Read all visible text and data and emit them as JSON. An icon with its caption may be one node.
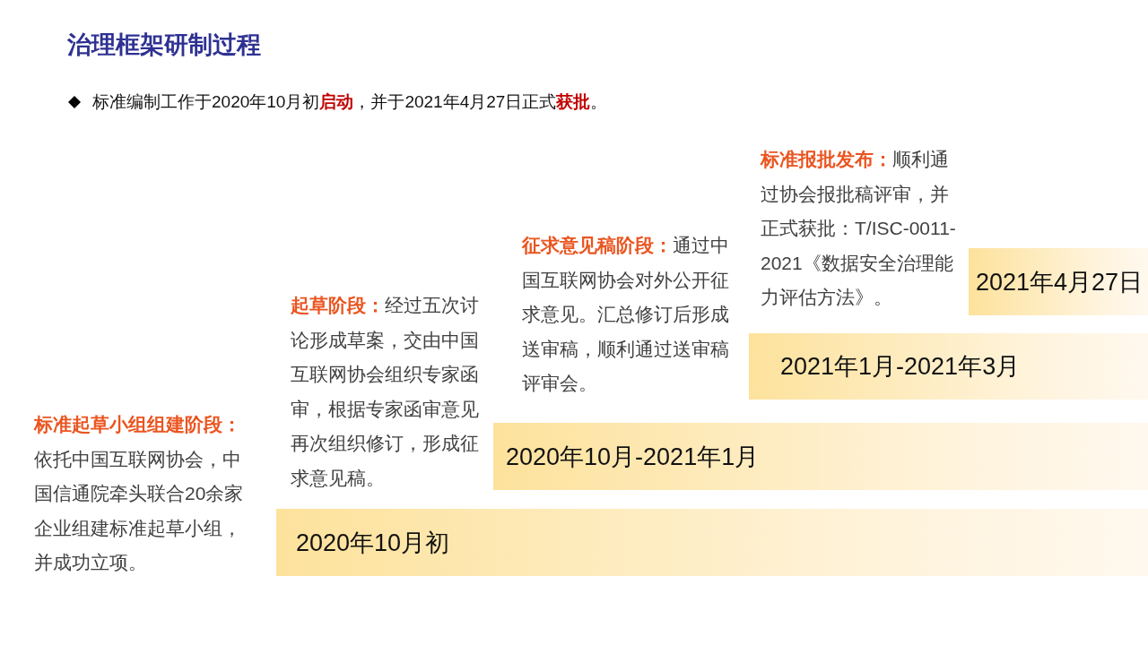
{
  "diagram": {
    "title": "治理框架研制过程",
    "nodes": [
      {
        "text": [
          "2020年10月初"
        ],
        "beside": [
          "**标准起草小组组建阶段：**依托中国互联网协会，中国信通院牵头联合20余家企业组建标准起草小组，并成功立项。"
        ]
      },
      {
        "text": [
          "2020年10月-2021年1月"
        ],
        "beside": [
          "**起草阶段：**经过五次讨论形成草案，交由中国互联网协会组织专家函审，根据专家函审意见再次组织修订，形成征求意见稿。"
        ]
      },
      {
        "text": [
          "2021年1月-2021年3月"
        ],
        "beside": [
          "**征求意见稿阶段：**通过中国互联网协会对外公开征求意见。汇总修订后形成送审稿，顺利通过送审稿评审会。"
        ]
      },
      {
        "text": [
          "2021年4月27日"
        ],
        "beside": [
          "**标准报批发布：**顺利通过协会报批稿评审，并正式获批：T/ISC-0011-2021《数据安全治理能力评估方法》。"
        ]
      }
    ],
    "labels": [
      "标准编制工作于2020年10月初**启动**，并于2021年4月27日正式**获批**。"
    ]
  }
}
